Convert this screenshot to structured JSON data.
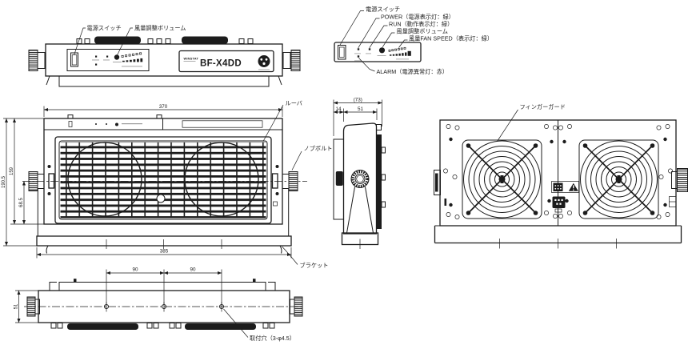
{
  "colors": {
    "ink": "#1c1c1c",
    "paper": "#ffffff"
  },
  "top_view": {
    "callouts": {
      "power_switch": "電源スイッチ",
      "airflow_volume": "風量調整ボリューム"
    },
    "nameplate": {
      "brand": "WINSTAT",
      "model": "BF-X4DD"
    }
  },
  "panel_detail": {
    "callouts": {
      "power_switch": "電源スイッチ",
      "power": "POWER（電源表示灯：緑）",
      "run": "RUN（動作表示灯：緑）",
      "airflow_volume": "風量調整ボリューム",
      "fan_speed": "風量FAN SPEED（表示灯：緑）",
      "alarm": "ALARM（電源異常灯：赤）"
    }
  },
  "front_view": {
    "dims": {
      "top_width": "370",
      "bottom_width": "385",
      "total_height": "190.5",
      "body_height": "159",
      "center_height": "68.5"
    },
    "callouts": {
      "louver": "ルーバ",
      "knob_bolt": "ノブボルト",
      "bracket": "ブラケット"
    }
  },
  "side_view": {
    "dims": {
      "total_depth": "(73)",
      "front_depth": "14",
      "body_depth": "51"
    }
  },
  "rear_view": {
    "callouts": {
      "finger_guard": "フィンガーガード"
    }
  },
  "bottom_view": {
    "dims": {
      "pitch_left": "90",
      "pitch_right": "90",
      "depth": "51"
    },
    "callouts": {
      "mounting_holes": "取付穴（3-φ4.5）"
    }
  }
}
